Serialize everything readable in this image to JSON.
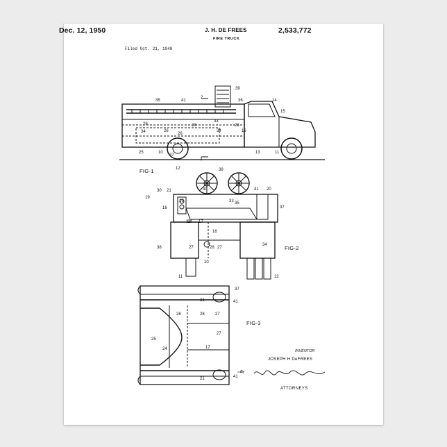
{
  "header": {
    "date": "Dec. 12, 1950",
    "inventor_short": "J. H. DE FREES",
    "patent_number": "2,533,772",
    "title": "FIRE TRUCK",
    "filed": "Filed Oct. 21, 1948"
  },
  "figures": {
    "fig1": "FIG-1",
    "fig2": "FIG-2",
    "fig3": "FIG-3"
  },
  "signature_block": {
    "inventor_label": "INVENTOR",
    "inventor_name": "JOSEPH H DeFREES",
    "by": "By",
    "signature": "Hyde, Meyer, Baldwin & Doran",
    "attorneys": "ATTORNEYS"
  },
  "fig1_labels": [
    "35",
    "41",
    "2",
    "39",
    "36",
    "14",
    "15",
    "28",
    "26",
    "28",
    "33",
    "28",
    "16",
    "34",
    "26",
    "34",
    "25",
    "10",
    "37",
    "13",
    "11",
    "12",
    "2"
  ],
  "fig2_labels": [
    "39",
    "30",
    "21",
    "40",
    "41",
    "20",
    "19",
    "19",
    "33",
    "35",
    "37",
    "16",
    "32",
    "17",
    "16",
    "34",
    "38",
    "27",
    "28",
    "27",
    "34",
    "10",
    "11",
    "12"
  ],
  "fig3_labels": [
    "37",
    "21",
    "41",
    "26",
    "28",
    "27",
    "25",
    "27",
    "24",
    "17",
    "21",
    "41"
  ],
  "colors": {
    "paper": "#ffffff",
    "background": "#ececec",
    "ink": "#111111"
  }
}
